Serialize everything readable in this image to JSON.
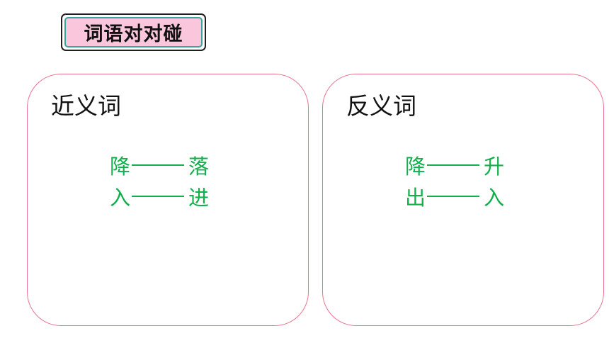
{
  "header": {
    "title": "词语对对碰"
  },
  "cards": [
    {
      "title": "近义词",
      "pairs": [
        {
          "left": "降",
          "right": "落"
        },
        {
          "left": "入",
          "right": "进"
        }
      ]
    },
    {
      "title": "反义词",
      "pairs": [
        {
          "left": "降",
          "right": "升"
        },
        {
          "left": "出",
          "right": "入"
        }
      ]
    }
  ],
  "colors": {
    "badge_fill": "#f9c6dc",
    "badge_inner_border": "#3aa59a",
    "card_border": "#e8748e",
    "pair_text": "#12b04c"
  }
}
